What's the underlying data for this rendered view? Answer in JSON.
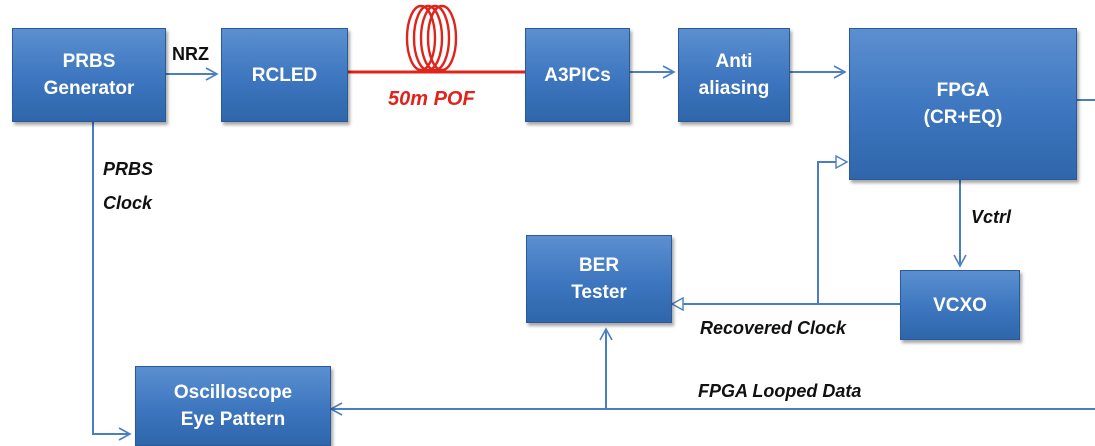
{
  "blocks": {
    "prbs": [
      "PRBS",
      "Generator"
    ],
    "rcled": [
      "RCLED"
    ],
    "a3pics": [
      "A3PICs"
    ],
    "anti": [
      "Anti",
      "aliasing"
    ],
    "fpga": [
      "FPGA",
      "(CR+EQ)"
    ],
    "ber": [
      "BER",
      "Tester"
    ],
    "vcxo": [
      "VCXO"
    ],
    "osc": [
      "Oscilloscope",
      "Eye Pattern"
    ]
  },
  "labels": {
    "nrz": "NRZ",
    "pof": "50m POF",
    "prbs_clock_1": "PRBS",
    "prbs_clock_2": "Clock",
    "vctrl": "Vctrl",
    "recovered_clock": "Recovered Clock",
    "fpga_looped": "FPGA Looped Data"
  },
  "colors": {
    "box_fill": "#3d76bf",
    "arrow": "#4a7ec3",
    "fiber": "#e0241b"
  }
}
